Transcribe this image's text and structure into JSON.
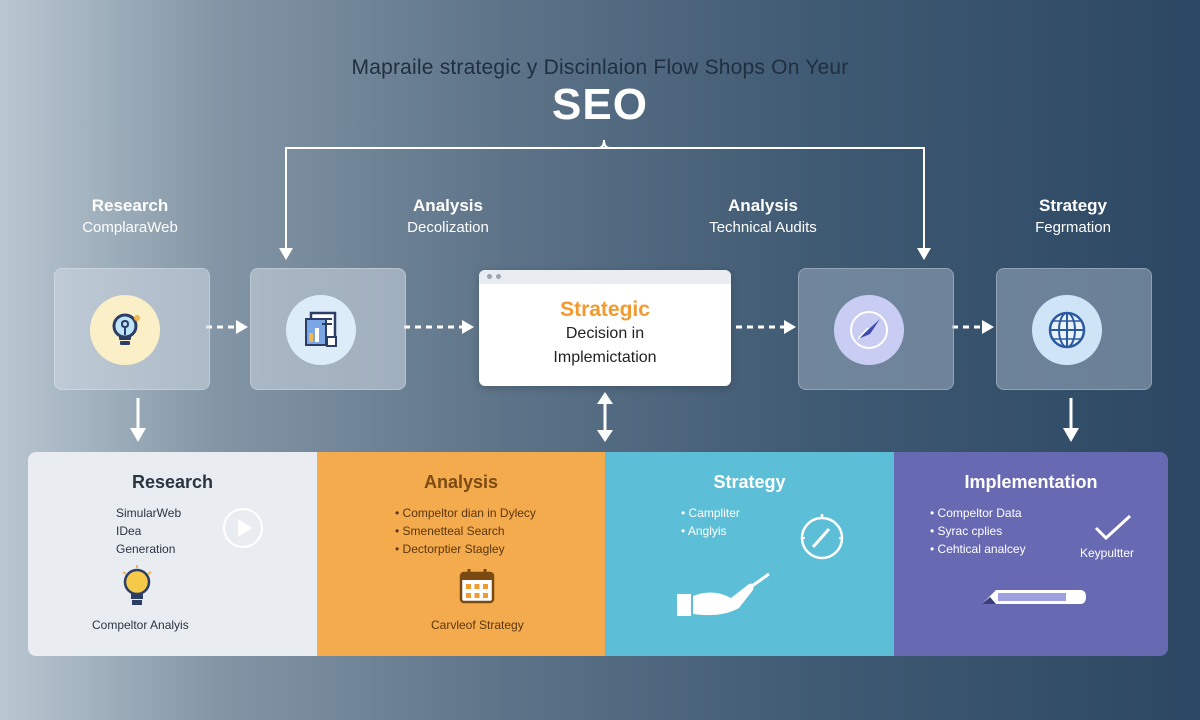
{
  "header": {
    "subtitle": "Mapraile strategic y Discinlaion Flow Shops On Yeur",
    "title": "SEO"
  },
  "columns": [
    {
      "title": "Research",
      "subtitle": "ComplaraWeb",
      "icon": "lightbulb-icon"
    },
    {
      "title": "Analysis",
      "subtitle": "Decolization",
      "icon": "document-chart-icon"
    },
    {
      "title": "Analysis",
      "subtitle": "Technical Audits",
      "icon": "compass-icon"
    },
    {
      "title": "Strategy",
      "subtitle": "Fegrmation",
      "icon": "globe-icon"
    }
  ],
  "center_card": {
    "title": "Strategic",
    "line1": "Decision in",
    "line2": "Implemictation"
  },
  "panels": [
    {
      "title": "Research",
      "items": [
        "SimularWeb",
        "IDea",
        "Generation"
      ],
      "caption": "Compeltor Analyis",
      "color": "#e9edf2"
    },
    {
      "title": "Analysis",
      "items": [
        "Compeltor dian in Dylecy",
        "Smenetteal Search",
        "Dectorptier Stagley"
      ],
      "caption": "Carvleof Strategy",
      "color": "#f4ab4d"
    },
    {
      "title": "Strategy",
      "items": [
        "Campliter",
        "Anglyis"
      ],
      "caption": "",
      "color": "#5cbfd7"
    },
    {
      "title": "Implementation",
      "items": [
        "Compeltor Data",
        "Syrac cplies",
        "Cehtical analcey"
      ],
      "caption": "Keypultter",
      "color": "#6869b3"
    }
  ],
  "colors": {
    "accent_orange": "#f29a2e",
    "bg_dark": "#2c4763",
    "bg_light": "#b9c7d1"
  }
}
